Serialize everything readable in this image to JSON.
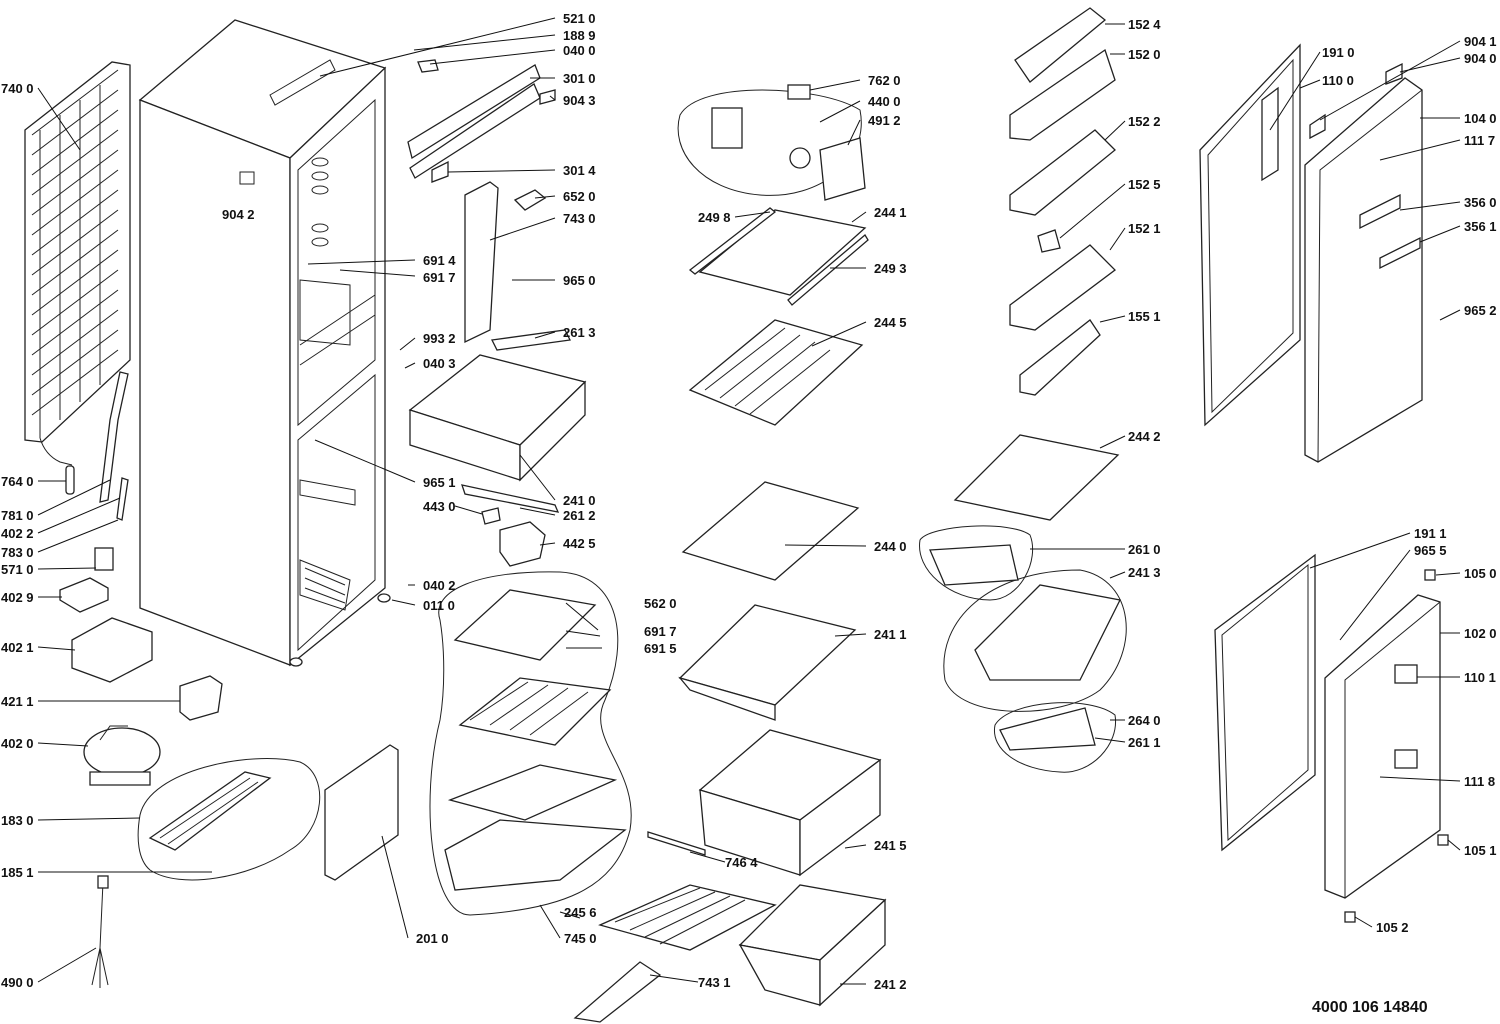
{
  "document_number": "4000 106 14840",
  "labels": {
    "p5210": "521 0",
    "p1889": "188 9",
    "p0400": "040 0",
    "p3010": "301 0",
    "p9043": "904 3",
    "p3014": "301 4",
    "p6520": "652 0",
    "p7430": "743 0",
    "p6914": "691 4",
    "p6917": "691 7",
    "p9650": "965 0",
    "p2613": "261 3",
    "p9932": "993 2",
    "p0403": "040 3",
    "p9651": "965 1",
    "p2410": "241 0",
    "p4430": "443 0",
    "p2612": "261 2",
    "p4425": "442 5",
    "p0402": "040 2",
    "p0110": "011 0",
    "p7400": "740 0",
    "p9042": "904 2",
    "p7640": "764 0",
    "p7810": "781 0",
    "p4022": "402 2",
    "p7830": "783 0",
    "p5710": "571 0",
    "p4029": "402 9",
    "p4021": "402 1",
    "p4211": "421 1",
    "p4020": "402 0",
    "p1830": "183 0",
    "p1851": "185 1",
    "p4900": "490 0",
    "p2010": "201 0",
    "p7620": "762 0",
    "p4400": "440 0",
    "p4912": "491 2",
    "p2498": "249 8",
    "p2441": "244 1",
    "p2493": "249 3",
    "p2445": "244 5",
    "p2440": "244 0",
    "p5620": "562 0",
    "p6915": "691 5",
    "p2411": "241 1",
    "p2415": "241 5",
    "p7464": "746 4",
    "p2456": "245 6",
    "p7450": "745 0",
    "p7431": "743 1",
    "p2412": "241 2",
    "p1524": "152 4",
    "p1520": "152 0",
    "p1522": "152 2",
    "p1525": "152 5",
    "p1521": "152 1",
    "p1551": "155 1",
    "p2442": "244 2",
    "p2610": "261 0",
    "p2413": "241 3",
    "p2640": "264 0",
    "p2611": "261 1",
    "p1910": "191 0",
    "p1100": "110 0",
    "p9041": "904 1",
    "p9040": "904 0",
    "p1040": "104 0",
    "p1117": "111 7",
    "p3560": "356 0",
    "p3561": "356 1",
    "p9652": "965 2",
    "p1911": "191 1",
    "p9655": "965 5",
    "p1050": "105 0",
    "p1020": "102 0",
    "p1101": "110 1",
    "p1118": "111 8",
    "p1051": "105 1",
    "p1052": "105 2"
  }
}
